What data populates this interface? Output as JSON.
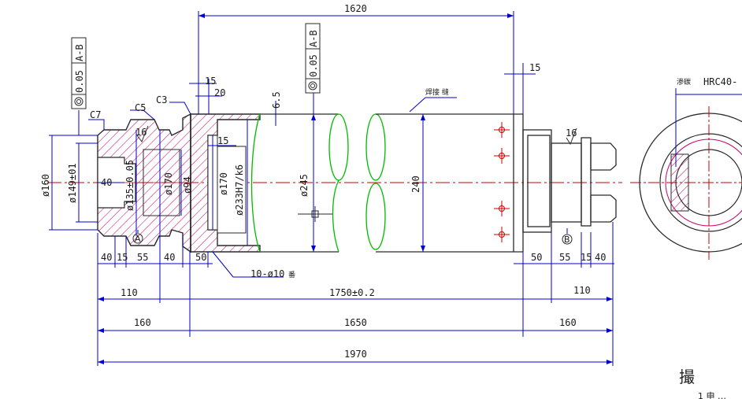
{
  "drawing": {
    "dimensions": {
      "top_overall": "1620",
      "top_right_small": "15",
      "flange_15": "15",
      "flange_20": "20",
      "chamfer_c3": "C3",
      "chamfer_c5": "C5",
      "chamfer_c7": "C7",
      "roughness_left": "16",
      "roughness_right": "16",
      "wall_6_5": "6.5",
      "bore_15": "15",
      "dia_160": "ø160",
      "dia_149": "ø149±01",
      "dia_135": "ø135±0.05",
      "dia_170_a": "ø170",
      "dia_94": "ø94",
      "dia_170_b": "ø170",
      "dia_233": "ø233H7/k6",
      "dia_245": "ø245",
      "dia_240": "240",
      "left_40": "40",
      "b_40": "40",
      "b_15": "15",
      "b_55": "55",
      "b_40b": "40",
      "b_50": "50",
      "b_r50": "50",
      "b_r55": "55",
      "b_r15": "15",
      "b_r40": "40",
      "holes_note": "10-ø10",
      "row2_left": "110",
      "row2_mid": "1750±0.2",
      "row2_right": "110",
      "row3_left": "160",
      "row3_mid": "1650",
      "row3_right": "160",
      "row4_total": "1970",
      "hardness": "HRC40-",
      "bottom_char": "撮",
      "bottom_partial": "1 申  …"
    },
    "tolerance_frames": [
      {
        "value": "0.05",
        "datum": "A-B"
      },
      {
        "value": "0.05",
        "datum": "A-B"
      }
    ],
    "datums": {
      "a": "A",
      "b": "B"
    },
    "notes": {
      "weld_note": "焊接  缝",
      "holes_suffix": "番",
      "hardness_prefix": "渗碳"
    },
    "colors": {
      "outline": "#2a2a2a",
      "dimension": "#0000cc",
      "hatch": "#cc0066",
      "centerline": "#cc0000",
      "green": "#00bb00"
    }
  }
}
